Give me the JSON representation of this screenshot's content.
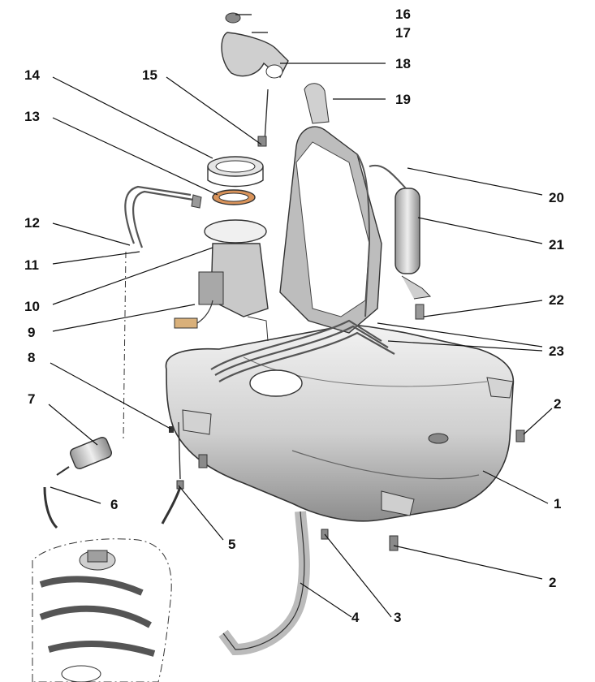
{
  "callouts": [
    "1",
    "2",
    "2",
    "3",
    "4",
    "5",
    "6",
    "7",
    "8",
    "9",
    "10",
    "11",
    "12",
    "13",
    "14",
    "15",
    "16",
    "17",
    "18",
    "19",
    "20",
    "21",
    "22",
    "23"
  ],
  "colors": {
    "line": "#111111",
    "part_light": "#e6e6e6",
    "part_mid": "#bdbdbd",
    "part_dark": "#7a7a7a",
    "seal_ring": "#d9935a"
  }
}
